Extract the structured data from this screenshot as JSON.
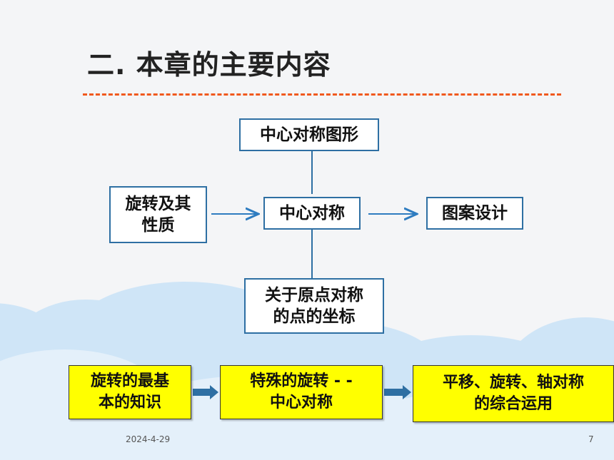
{
  "title": "二. 本章的主要内容",
  "diagram": {
    "top": "中心对称图形",
    "left_line1": "旋转及其",
    "left_line2": "性质",
    "center": "中心对称",
    "right": "图案设计",
    "bottom_line1": "关于原点对称",
    "bottom_line2": "的点的坐标"
  },
  "flow": {
    "step1_line1": "旋转的最基",
    "step1_line2": "本的知识",
    "step2_line1": "特殊的旋转 - -",
    "step2_line2": "中心对称",
    "step3_line1": "平移、旋转、轴对称",
    "step3_line2": "的综合运用"
  },
  "footer": {
    "date": "2024-4-29",
    "page": "7"
  },
  "colors": {
    "box_border": "#2e6fa3",
    "arrow": "#2e7cc0",
    "divider": "#f0591e",
    "highlight": "#ffff00",
    "cloud": "#cfe5f7"
  }
}
